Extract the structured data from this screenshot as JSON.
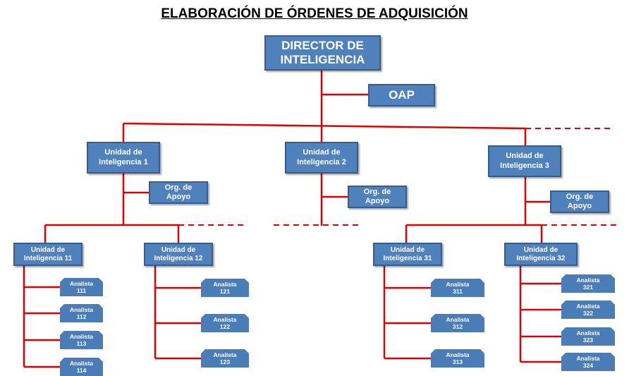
{
  "title": "ELABORACIÓN DE ÓRDENES DE ADQUISICIÓN",
  "director": {
    "line1": "DIRECTOR DE",
    "line2": "INTELIGENCIA"
  },
  "oap": "OAP",
  "units": {
    "u1": {
      "line1": "Unidad de",
      "line2": "Inteligencia 1"
    },
    "u2": {
      "line1": "Unidad de",
      "line2": "Inteligencia 2"
    },
    "u3": {
      "line1": "Unidad de",
      "line2": "Inteligencia 3"
    },
    "u11": {
      "line1": "Unidad de",
      "line2": "Inteligencia 11"
    },
    "u12": {
      "line1": "Unidad de",
      "line2": "Inteligencia 12"
    },
    "u31": {
      "line1": "Unidad de",
      "line2": "Inteligencia 31"
    },
    "u32": {
      "line1": "Unidad de",
      "line2": "Inteligencia 32"
    }
  },
  "support": {
    "line1": "Org. de",
    "line2": "Apoyo"
  },
  "analyst_label": "Analista",
  "analysts": {
    "u11": [
      "111",
      "112",
      "113",
      "114"
    ],
    "u12": [
      "121",
      "122",
      "123"
    ],
    "u31": [
      "311",
      "312",
      "313"
    ],
    "u32": [
      "321",
      "322",
      "323",
      "324"
    ]
  },
  "colors": {
    "box": "#4f81bd",
    "line": "#e00000"
  }
}
